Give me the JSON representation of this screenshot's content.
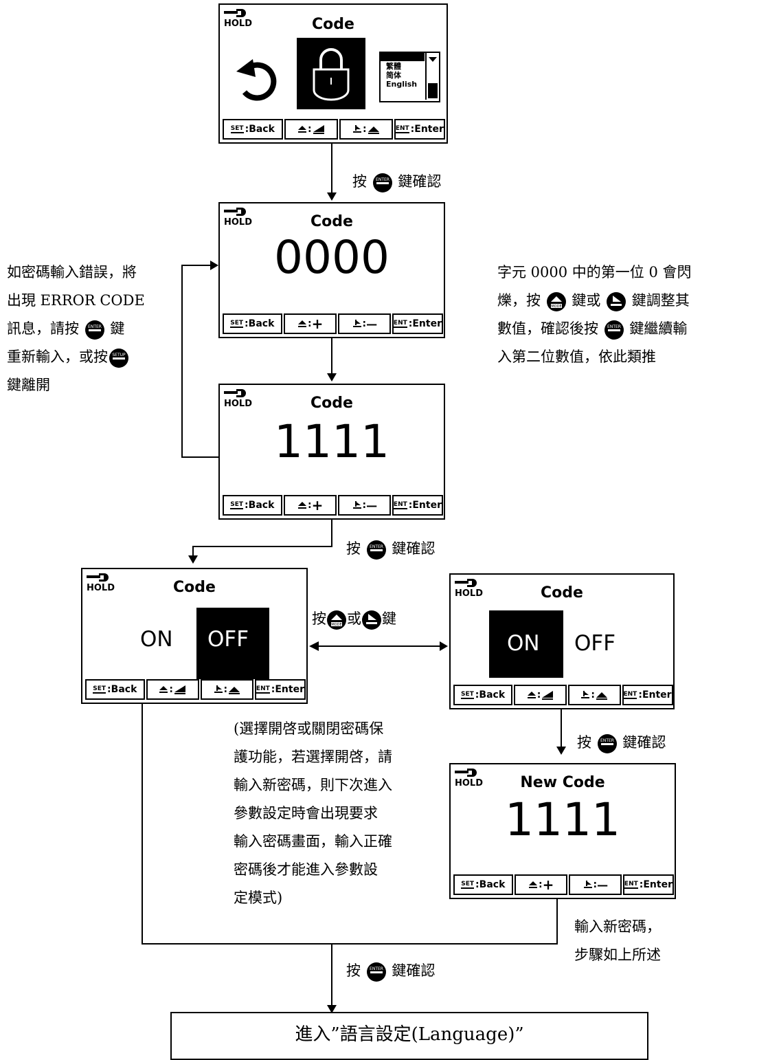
{
  "screens": {
    "s1": {
      "title": "Code",
      "lang_options": [
        "繁體",
        "简体",
        "English"
      ],
      "keys": [
        "Back",
        "Enter"
      ]
    },
    "s2": {
      "title": "Code",
      "value": "0000",
      "keys": [
        "Back",
        "Enter"
      ]
    },
    "s3": {
      "title": "Code",
      "value": "1111",
      "keys": [
        "Back",
        "Enter"
      ]
    },
    "s4": {
      "title": "Code",
      "on": "ON",
      "off": "OFF",
      "keys": [
        "Back",
        "Enter"
      ]
    },
    "s5": {
      "title": "Code",
      "on": "ON",
      "off": "OFF",
      "keys": [
        "Back",
        "Enter"
      ]
    },
    "s6": {
      "title": "New Code",
      "value": "1111",
      "keys": [
        "Back",
        "Enter"
      ]
    }
  },
  "common": {
    "hold": "HOLD",
    "set_tag": "SET",
    "ent_tag": "ENT",
    "sep": ":",
    "plus": "+",
    "minus": "—",
    "enter_btn": "ENTER",
    "mode_btn": "MODE",
    "setup_btn": "SETUP"
  },
  "labels": {
    "press": "按",
    "confirm_key": "鍵確認",
    "or": "或",
    "key": "鍵"
  },
  "notes": {
    "left": [
      "如密碼輸入錯誤，將",
      "出現 ERROR CODE",
      "訊息，請按",
      "鍵",
      "重新輸入，或按",
      "鍵離開"
    ],
    "right": [
      "字元 0000 中的第一位 0 會閃",
      "爍，按",
      "鍵或",
      "鍵調整其",
      "數值，確認後按",
      "鍵繼續輸",
      "入第二位數值，依此類推"
    ],
    "middle": [
      "(選擇開啓或關閉密碼保",
      "護功能，若選擇開啓，請",
      "輸入新密碼，則下次進入",
      "參數設定時會出現要求",
      "輸入密碼畫面，輸入正確",
      "密碼後才能進入參數設",
      "定模式)"
    ],
    "new_code": [
      "輸入新密碼，",
      "步驟如上所述"
    ]
  },
  "final_box": "進入”語言設定(Language)”"
}
